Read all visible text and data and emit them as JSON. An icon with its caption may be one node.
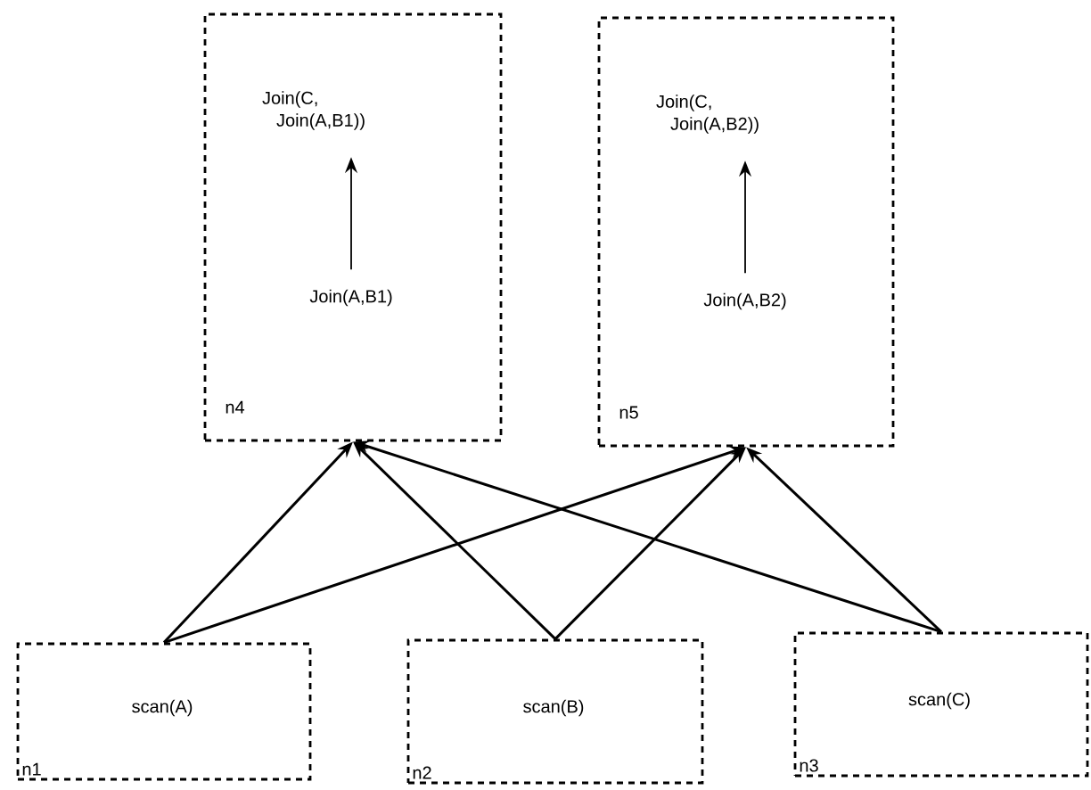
{
  "diagram": {
    "nodes": [
      {
        "text": [
          "n4"
        ]
      },
      {
        "text": [
          "Join(C, Join(A,B1))"
        ],
        "in": 0
      },
      {
        "text": [
          "Join(A,B1)"
        ],
        "in": 0
      },
      {
        "text": [
          "n5"
        ]
      },
      {
        "text": [
          "Join(C, Join(A,B2))"
        ],
        "in": 3
      },
      {
        "text": [
          "Join(A,B2)"
        ],
        "in": 3
      },
      {
        "text": [
          "scan(A)",
          "n1"
        ]
      },
      {
        "text": [
          "scan(B)",
          "n2"
        ]
      },
      {
        "text": [
          "scan(C)",
          "n3"
        ]
      }
    ],
    "edges": [
      {
        "from": 2,
        "to": 1,
        "arrow": "to"
      },
      {
        "from": 5,
        "to": 4,
        "arrow": "to"
      },
      {
        "from": 6,
        "to": 0,
        "arrow": "to"
      },
      {
        "from": 6,
        "to": 3,
        "arrow": "to"
      },
      {
        "from": 7,
        "to": 0,
        "arrow": "to"
      },
      {
        "from": 7,
        "to": 3,
        "arrow": "to"
      },
      {
        "from": 8,
        "to": 0,
        "arrow": "to"
      },
      {
        "from": 8,
        "to": 3,
        "arrow": "to"
      }
    ]
  }
}
